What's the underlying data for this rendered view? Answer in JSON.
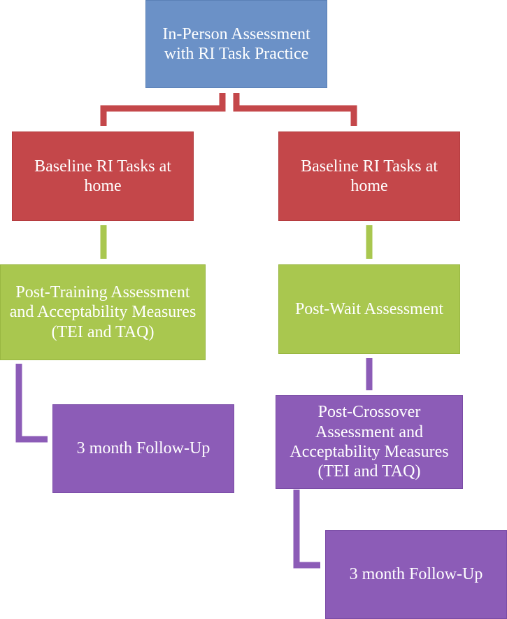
{
  "nodes": {
    "root": {
      "text": "In-Person Assessment with RI Task Practice"
    },
    "left_baseline": {
      "text": "Baseline RI Tasks at home"
    },
    "right_baseline": {
      "text": "Baseline RI Tasks at home"
    },
    "left_post": {
      "text": "Post-Training Assessment and Acceptability Measures (TEI and TAQ)"
    },
    "right_post": {
      "text": "Post-Wait Assessment"
    },
    "left_followup": {
      "text": "3 month Follow-Up"
    },
    "right_crossover": {
      "text": "Post-Crossover Assessment and Acceptability Measures (TEI and TAQ)"
    },
    "right_followup": {
      "text": "3 month Follow-Up"
    }
  },
  "colors": {
    "level1": "#6b91c7",
    "level2": "#c4474a",
    "level3": "#a9c74f",
    "level4": "#8c5cb7"
  }
}
